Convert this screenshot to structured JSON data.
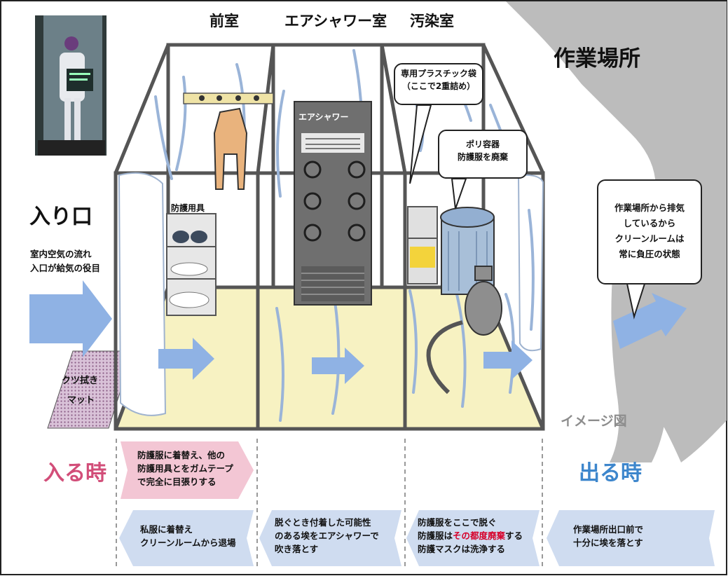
{
  "labels": {
    "room_front": "前室",
    "room_shower": "エアシャワー室",
    "room_contaminated": "汚染室",
    "work_area": "作業場所",
    "entrance": "入り口",
    "entrance_note_1": "室内空気の流れ",
    "entrance_note_2": "入口が給気の役目",
    "mat_1": "クツ拭き",
    "mat_2": "マット",
    "protective_gear": "防護用具",
    "air_shower_unit": "エアシャワー",
    "bag_note_1": "専用プラスチック袋",
    "bag_note_2": "（ここで2重詰め）",
    "poly_1": "ポリ容器",
    "poly_2": "防護服を廃棄",
    "work_note_1": "作業場所から排気",
    "work_note_2": "しているから",
    "work_note_3": "クリーンルームは",
    "work_note_4": "常に負圧の状態",
    "image_caption": "イメージ図",
    "enter_time": "入る時",
    "exit_time": "出る時"
  },
  "enter_steps": {
    "step1_1": "防護服に着替え、他の",
    "step1_2": "防護用具とをガムテープ",
    "step1_3": "で完全に目張りする"
  },
  "exit_steps": {
    "e1_1": "私服に着替え",
    "e1_2": "クリーンルームから退場",
    "e2_1": "脱ぐとき付着した可能性",
    "e2_2": "のある埃をエアシャワーで",
    "e2_3": "吹き落とす",
    "e3_1": "防護服をここで脱ぐ",
    "e3_2a": "防護服は",
    "e3_2b": "その都度廃棄",
    "e3_2c": "する",
    "e3_3": "防護マスクは洗浄する",
    "e4_1": "作業場所出口前で",
    "e4_2": "十分に埃を落とす"
  },
  "colors": {
    "floor": "#f7f2c2",
    "arrow_blue": "#8fb2e4",
    "enter_pink": "#f3c6d4",
    "exit_blue": "#cfdcf0",
    "enter_text": "#d24e79",
    "exit_text": "#3d86cc",
    "work_gray": "#bbbbbb",
    "warning_red": "#d6002a"
  }
}
